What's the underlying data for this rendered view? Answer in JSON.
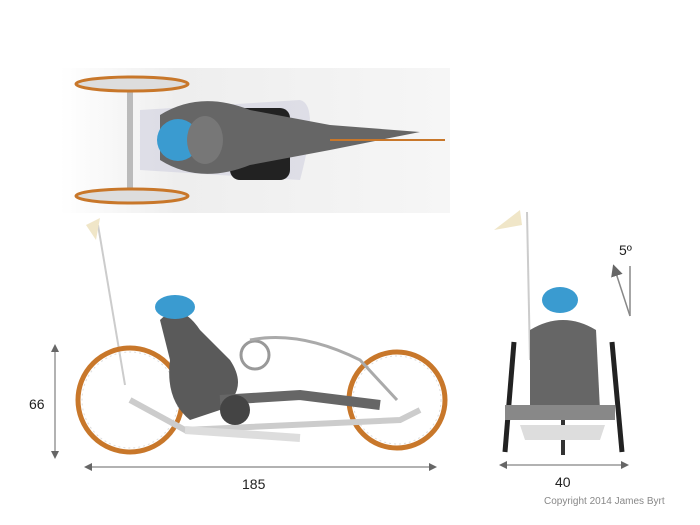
{
  "dimensions": {
    "height": "66",
    "length": "185",
    "width": "40",
    "camber_angle": "5º"
  },
  "copyright": "Copyright 2014 James Byrt",
  "colors": {
    "frame": "#d8d8d8",
    "body": "#5a5a5a",
    "rim": "#c8772a",
    "helmet": "#3a9bd0",
    "flag": "#f0e6c8"
  }
}
